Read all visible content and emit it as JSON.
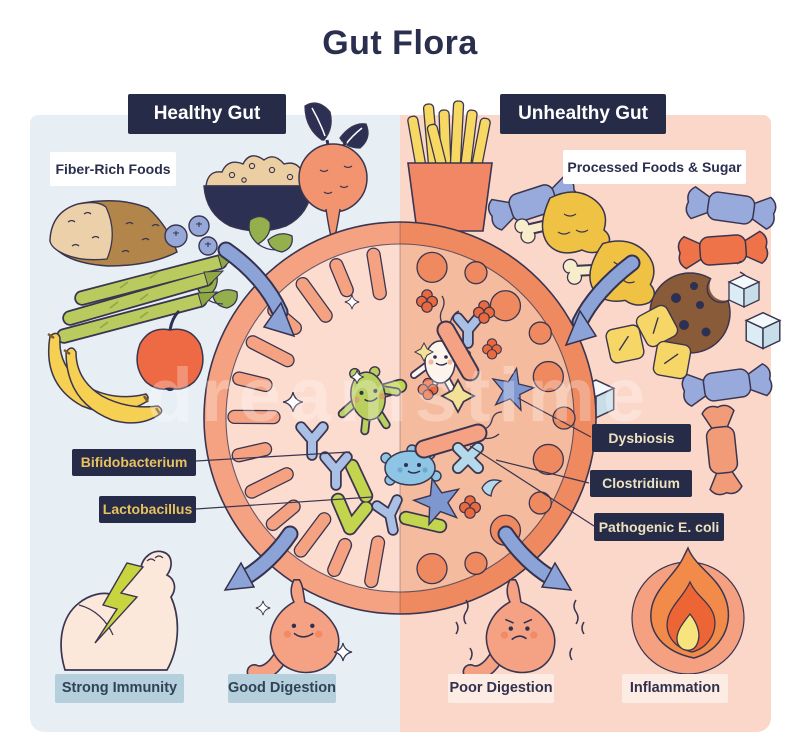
{
  "title": "Gut Flora",
  "watermark": {
    "text": "dreamstime"
  },
  "healthy": {
    "header": "Healthy Gut",
    "food_label": "Fiber-Rich Foods",
    "bacteria_labels": [
      "Bifidobacterium",
      "Lactobacillus"
    ],
    "outcome_labels": [
      "Strong Immunity",
      "Good Digestion"
    ],
    "food_icons": [
      "bread",
      "blueberries",
      "oat-bowl",
      "spinach",
      "beet",
      "asparagus",
      "banana",
      "apple"
    ],
    "outcome_icons": [
      "flexed-arm-with-lightning",
      "happy-stomach"
    ]
  },
  "unhealthy": {
    "header": "Unhealthy Gut",
    "food_label": "Processed Foods & Sugar",
    "bacteria_labels": [
      "Dysbiosis",
      "Clostridium",
      "Pathogenic E. coli"
    ],
    "outcome_labels": [
      "Poor Digestion",
      "Inflammation"
    ],
    "food_icons": [
      "french-fries",
      "fried-chicken",
      "candy",
      "cookie",
      "sugar-cubes",
      "crackers"
    ],
    "outcome_icons": [
      "sad-stomach",
      "flame"
    ]
  },
  "diagram": {
    "center_icon": "gut-cross-section",
    "arrow_icons": [
      "arrow-food-in-left",
      "arrow-food-in-right",
      "arrow-out-left",
      "arrow-out-right"
    ]
  },
  "colors": {
    "navy": "#262b47",
    "outline": "#3a3550",
    "healthy_panel": "#e8eff4",
    "unhealthy_panel": "#fbd7c9",
    "ring_left": "#f5a283",
    "ring_right": "#ee8960",
    "gut_inner_left": "#fcdccf",
    "gut_inner_right": "#f5bb9f",
    "arrow_blue": "#8ca3d7",
    "label_gold": "#e9c25f",
    "label_cream": "#ece2c0",
    "outcome_blue_badge": "#b6cfdc",
    "outcome_cream_badge": "#fdece3"
  }
}
